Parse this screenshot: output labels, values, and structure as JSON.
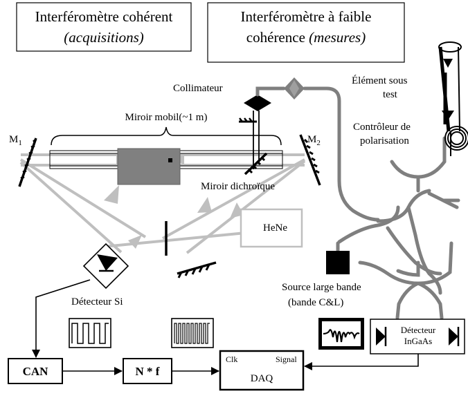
{
  "headers": {
    "left_line1": "Interféromètre cohérent",
    "left_line2": "(acquisitions)",
    "right_line1": "Interféromètre à faible",
    "right_line2_normal": "cohérence ",
    "right_line2_italic": "(mesures)"
  },
  "labels": {
    "collimateur": "Collimateur",
    "miroir_mobil": "Miroir mobil(~1 m)",
    "m1": "M",
    "m1_sub": "1",
    "m2": "M",
    "m2_sub": "2",
    "miroir_dichroique": "Miroir dichroïque",
    "element_line1": "Élément sous",
    "element_line2": "test",
    "controleur_line1": "Contrôleur de",
    "controleur_line2": "polarisation",
    "hene": "HeNe",
    "detecteur_si": "Détecteur Si",
    "source_line1": "Source large bande",
    "source_line2": "(bande C&L)"
  },
  "blocks": {
    "can": "CAN",
    "nf": "N * f",
    "daq": "DAQ",
    "clk": "Clk",
    "signal": "Signal",
    "ingaas_line1": "Détecteur",
    "ingaas_line2": "InGaAs"
  },
  "colors": {
    "fiber": "#7f7f7f",
    "beam": "#bfbfbf",
    "stage": "#808080",
    "ink": "#000000"
  }
}
